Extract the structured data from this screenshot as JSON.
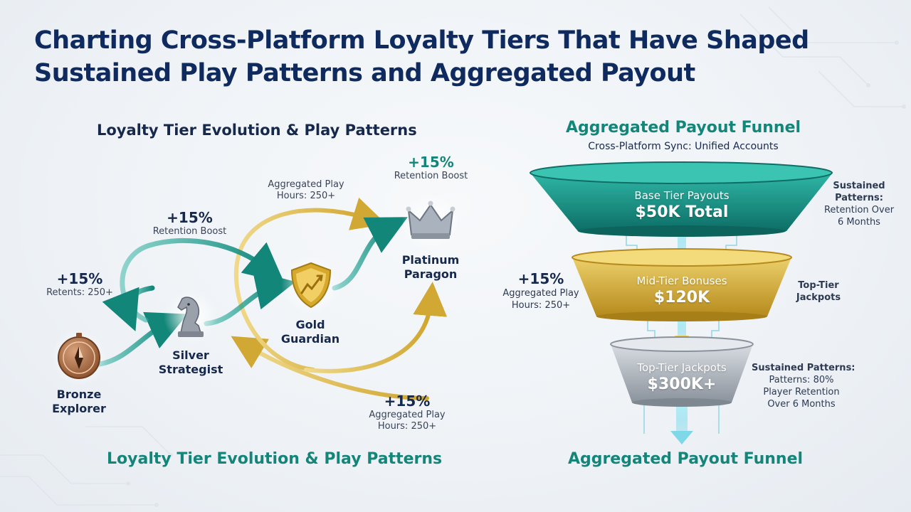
{
  "title": {
    "line1": "Charting Cross-Platform Loyalty Tiers That Have Shaped",
    "line2": "Sustained Play Patterns and Aggregated Payout"
  },
  "left": {
    "heading": "Loyalty Tier Evolution & Play Patterns",
    "footer": "Loyalty Tier Evolution & Play Patterns",
    "tiers": {
      "bronze": {
        "name1": "Bronze",
        "name2": "Explorer",
        "icon": "compass-icon"
      },
      "silver": {
        "name1": "Silver",
        "name2": "Strategist",
        "icon": "chess-knight-icon"
      },
      "gold": {
        "name1": "Gold",
        "name2": "Guardian",
        "icon": "shield-icon"
      },
      "platinum": {
        "name1": "Platinum",
        "name2": "Paragon",
        "icon": "crown-icon"
      }
    },
    "annotations": {
      "a1": {
        "pct": "+15%",
        "text": "Retents: 250+"
      },
      "a2": {
        "pct": "+15%",
        "text": "Retention Boost"
      },
      "a3": {
        "line1": "Aggregated Play",
        "line2": "Hours: 250+"
      },
      "a4": {
        "pct": "+15%",
        "text": "Retention Boost"
      },
      "a5": {
        "pct": "+15%",
        "line1": "Aggregated Play",
        "line2": "Hours: 250+"
      }
    }
  },
  "right": {
    "heading": "Aggregated Payout Funnel",
    "subheading": "Cross-Platform Sync: Unified Accounts",
    "footer": "Aggregated Payout Funnel",
    "funnel": {
      "top": {
        "label": "Base Tier Payouts",
        "value": "$50K Total"
      },
      "mid": {
        "label": "Mid-Tier Bonuses",
        "value": "$120K"
      },
      "bottom": {
        "label": "Top-Tier Jackpots",
        "value": "$300K+"
      }
    },
    "notes": {
      "top_right": {
        "line1": "Sustained",
        "line2": "Patterns:",
        "line3": "Retention Over",
        "line4": "6 Months"
      },
      "mid_left": {
        "pct": "+15%",
        "line1": "Aggregated Play",
        "line2": "Hours: 250+"
      },
      "mid_right": {
        "line1": "Top-Tier",
        "line2": "Jackpots"
      },
      "bottom_right": {
        "line1": "Sustained Patterns:",
        "line2": "Patterns: 80%",
        "line3": "Player Retention",
        "line4": "Over 6 Months"
      }
    }
  },
  "colors": {
    "teal": "#138579",
    "navy": "#0f2a5e",
    "gold": "#d8b23a",
    "silver": "#b9bec6"
  }
}
